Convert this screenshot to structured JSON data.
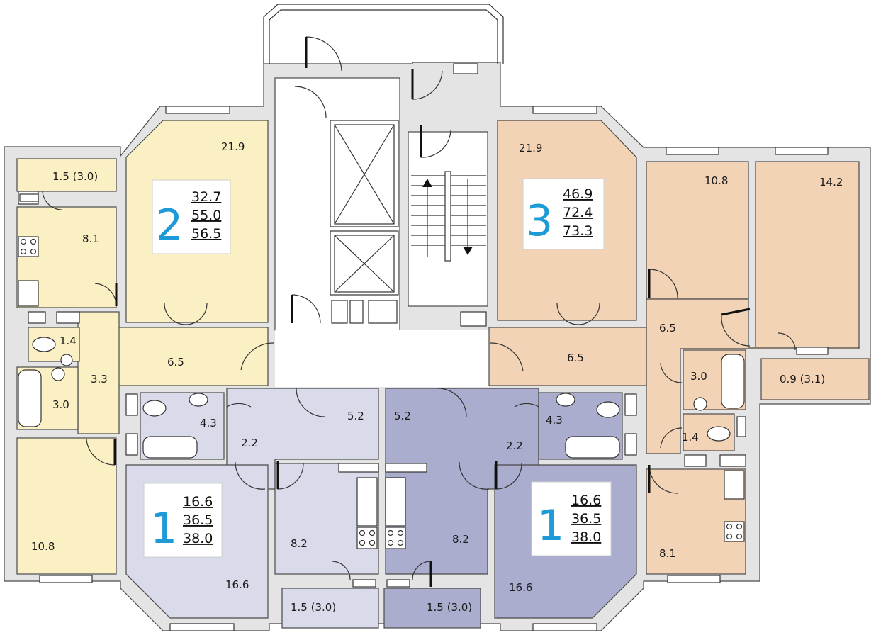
{
  "colors": {
    "apt2": "#fbf0c3",
    "apt3": "#f3d3b5",
    "apt1_left": "#d9dbea",
    "apt1_right": "#aaadcd",
    "wall": "#e4e4e4",
    "number": "#1e9ad6"
  },
  "apartments": [
    {
      "number": "2",
      "areas": [
        "32.7",
        "55.0",
        "56.5"
      ]
    },
    {
      "number": "3",
      "areas": [
        "46.9",
        "72.4",
        "73.3"
      ]
    },
    {
      "number": "1",
      "areas": [
        "16.6",
        "36.5",
        "38.0"
      ]
    },
    {
      "number": "1",
      "areas": [
        "16.6",
        "36.5",
        "38.0"
      ]
    }
  ],
  "rooms": {
    "a2_living": "21.9",
    "a2_balcony": "1.5 (3.0)",
    "a2_kitchen": "8.1",
    "a2_wc": "1.4",
    "a2_hall": "6.5",
    "a2_corridor": "3.3",
    "a2_bath": "3.0",
    "a2_bedroom": "10.8",
    "a3_living": "21.9",
    "a3_room1": "10.8",
    "a3_room2": "14.2",
    "a3_hall": "6.5",
    "a3_hall2": "6.5",
    "a3_bath": "3.0",
    "a3_balcony": "0.9 (3.1)",
    "a3_wc": "1.4",
    "a3_kitchen": "8.1",
    "a1l_bath": "4.3",
    "a1l_hall": "2.2",
    "a1l_corridor": "5.2",
    "a1l_living": "16.6",
    "a1l_kitchen": "8.2",
    "a1l_balcony": "1.5 (3.0)",
    "a1r_corridor": "5.2",
    "a1r_bath": "4.3",
    "a1r_hall": "2.2",
    "a1r_kitchen": "8.2",
    "a1r_balcony": "1.5 (3.0)",
    "a1r_living": "16.6"
  }
}
